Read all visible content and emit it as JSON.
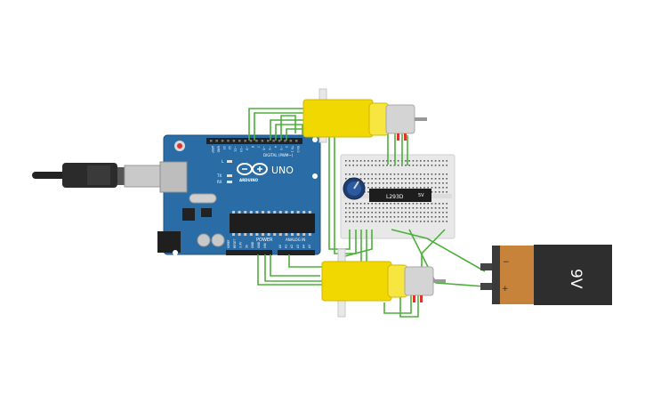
{
  "arduino": {
    "brand": "ARDUINO",
    "model": "UNO",
    "digital_label": "DIGITAL (PWM~)",
    "power_label": "POWER",
    "analog_label": "ANALOG IN",
    "tx_label": "TX",
    "rx_label": "RX",
    "l_label": "L",
    "digital_pins": [
      "AREF",
      "GND",
      "13",
      "12",
      "~11",
      "~10",
      "~9",
      "8",
      "7",
      "~6",
      "~5",
      "4",
      "~3",
      "2",
      "TX 1",
      "RX 0"
    ],
    "power_pins": [
      "IOREF",
      "RESET",
      "3.3V",
      "5V",
      "GND",
      "GND",
      "VIN"
    ],
    "analog_pins": [
      "A0",
      "A1",
      "A2",
      "A3",
      "A4",
      "A5"
    ]
  },
  "breadboard": {
    "chip_label": "L293D",
    "chip_pin_label": "5V"
  },
  "battery": {
    "voltage_label": "9V",
    "minus_label": "−",
    "plus_label": "+"
  },
  "colors": {
    "arduino_board": "#2a6ca6",
    "wire": "#4caf3a",
    "motor_yellow": "#f0d800",
    "battery_body": "#2e2e2e",
    "battery_cap": "#c8833a",
    "breadboard": "#e8e8e8"
  }
}
